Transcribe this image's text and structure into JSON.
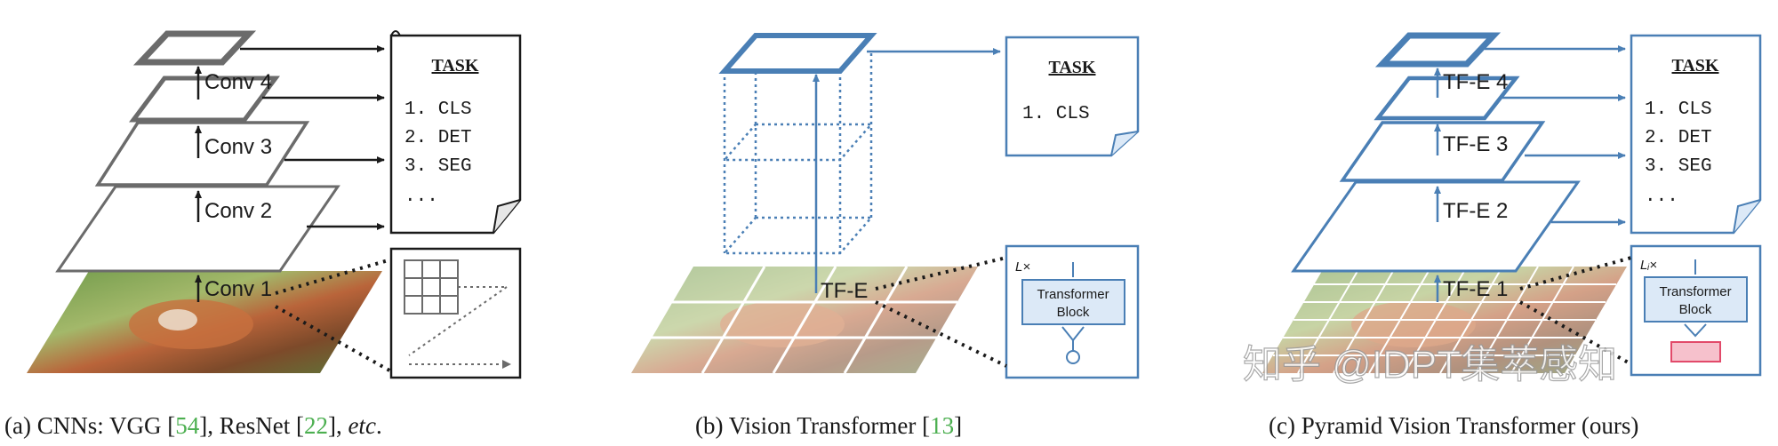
{
  "colors": {
    "black": "#1a1a1a",
    "gray": "#6b6b6b",
    "blue": "#4a7fb5",
    "blue_fill": "#dce9f7",
    "cite_green": "#4caf50",
    "pink": "#e24a6a"
  },
  "panel_a": {
    "layers": [
      "Conv 1",
      "Conv 2",
      "Conv 3",
      "Conv 4"
    ],
    "task_title": "TASK",
    "tasks": [
      "1. CLS",
      "2. DET",
      "3. SEG",
      "..."
    ],
    "caption_prefix": "(a) CNNs: VGG [",
    "caption_cite1": "54",
    "caption_mid": "], ResNet [",
    "caption_cite2": "22",
    "caption_end1": "], ",
    "caption_etc": "etc",
    "caption_end2": "."
  },
  "panel_b": {
    "encoder": "TF-E",
    "task_title": "TASK",
    "tasks": [
      "1. CLS"
    ],
    "loop_label": "L×",
    "block_line1": "Transformer",
    "block_line2": "Block",
    "caption_prefix": "(b) Vision Transformer [",
    "caption_cite": "13",
    "caption_end": "]"
  },
  "panel_c": {
    "layers": [
      "TF-E 1",
      "TF-E 2",
      "TF-E 3",
      "TF-E 4"
    ],
    "task_title": "TASK",
    "tasks": [
      "1. CLS",
      "2. DET",
      "3. SEG",
      "..."
    ],
    "loop_label": "Lᵢ×",
    "block_line1": "Transformer",
    "block_line2": "Block",
    "caption": "(c) Pyramid Vision Transformer (ours)"
  },
  "watermark": "知乎 @IDPT集萃感知"
}
